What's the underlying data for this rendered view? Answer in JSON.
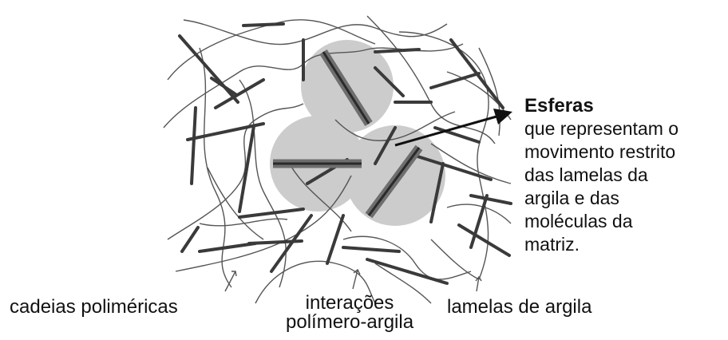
{
  "legend": {
    "title": "Esferas",
    "lines": [
      "que representam o",
      "movimento restrito",
      "das lamelas da",
      "argila e das",
      "moléculas da",
      "matriz."
    ]
  },
  "labels": {
    "chains": "cadeias poliméricas",
    "interactions_line1": "interações",
    "interactions_line2": "polímero-argila",
    "lamellae": "lamelas de argila"
  },
  "colors": {
    "sphere": "#cccccc",
    "lamella": "#3a3a3a",
    "lamella_in_sphere": "#6e6e6e",
    "chain": "#555555"
  }
}
